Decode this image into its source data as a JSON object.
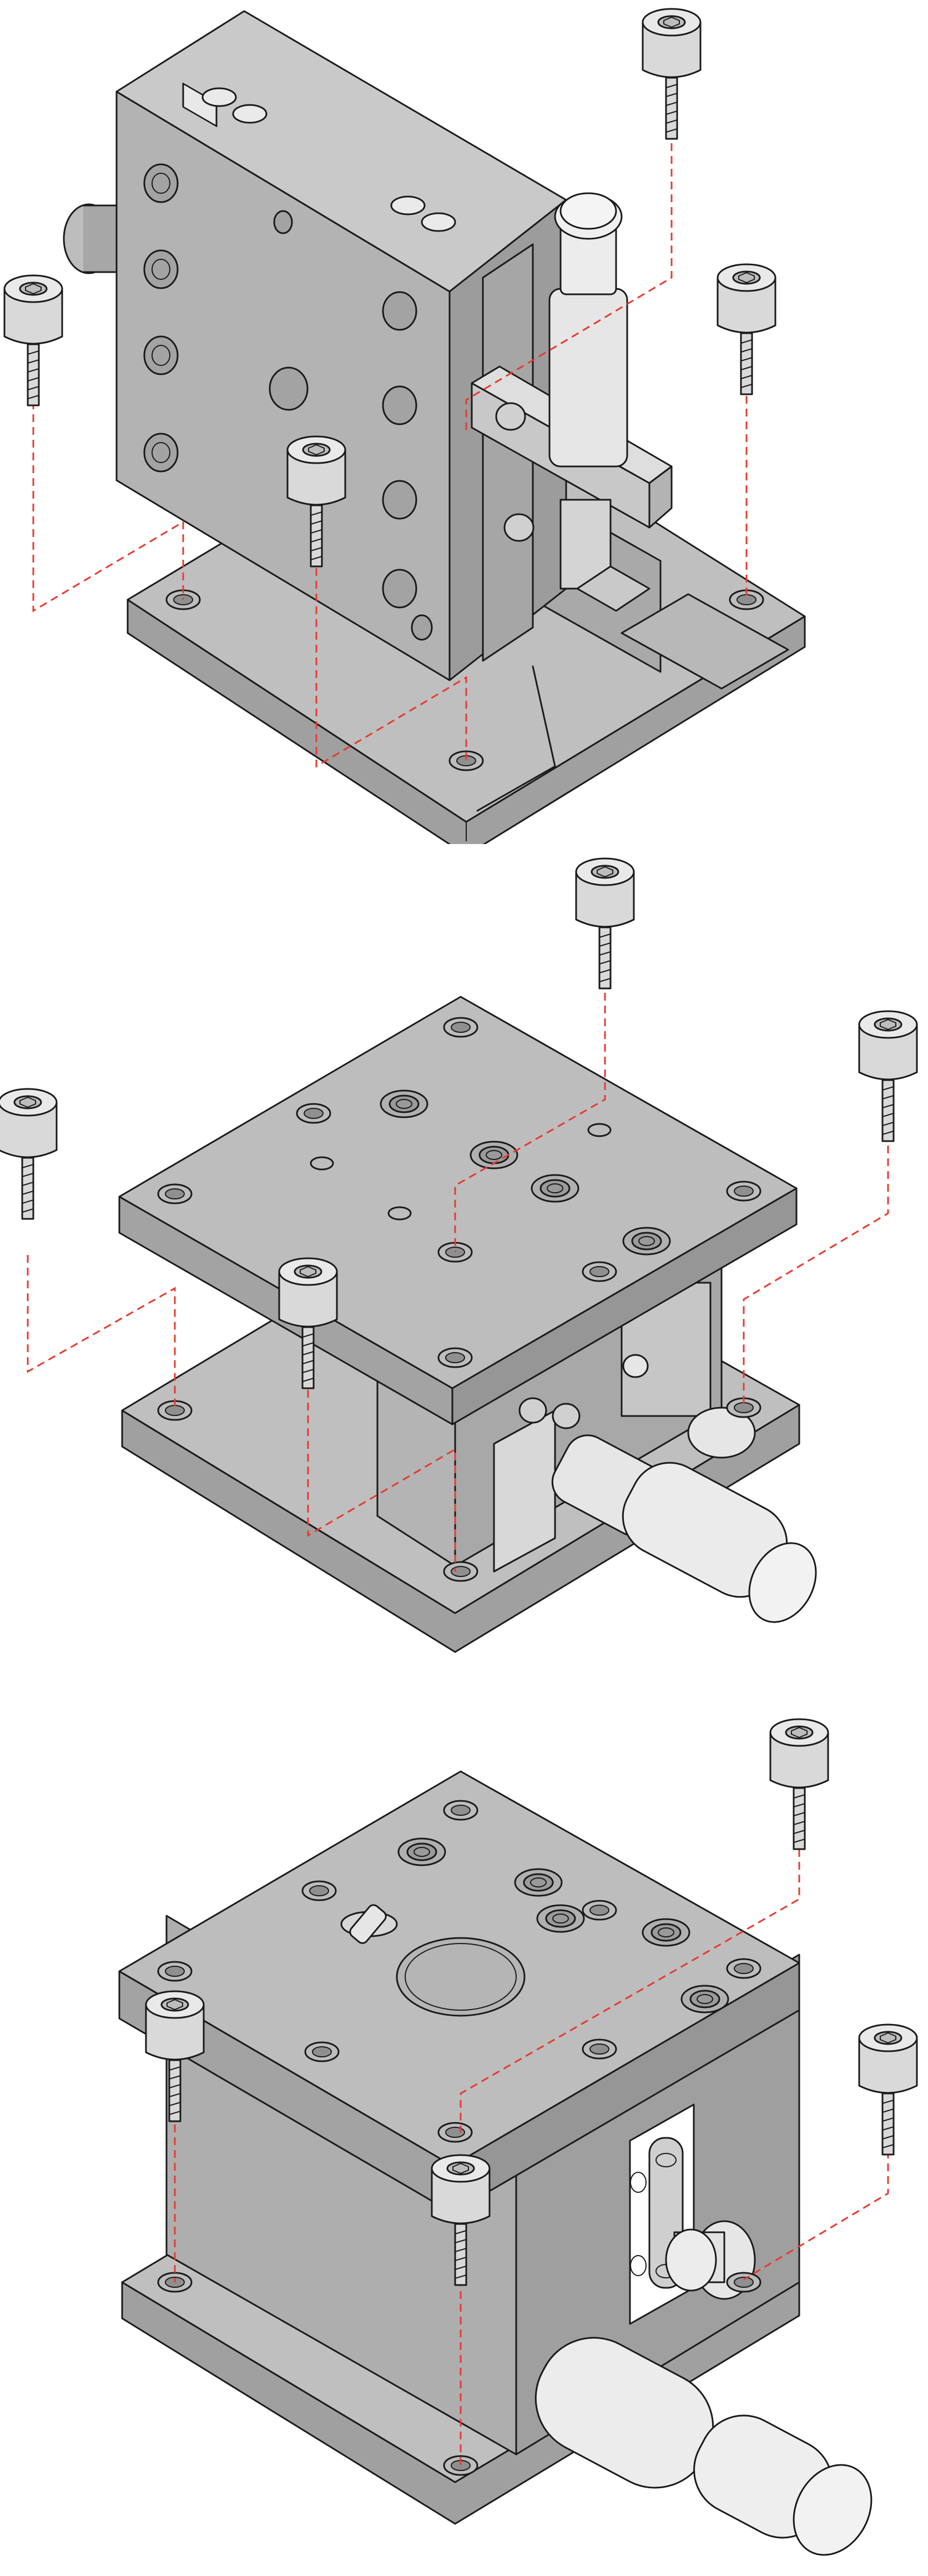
{
  "figure": {
    "panels": [
      {
        "id": "stage-vertical",
        "parts": [
          "base-plate",
          "vertical-carriage",
          "micrometer-head",
          "cap-screw",
          "cap-screw",
          "cap-screw",
          "cap-screw"
        ]
      },
      {
        "id": "stage-horizontal",
        "parts": [
          "base-plate",
          "top-table",
          "micrometer-head",
          "cap-screw",
          "cap-screw",
          "cap-screw",
          "cap-screw"
        ]
      },
      {
        "id": "stage-box",
        "parts": [
          "base-plate",
          "top-table",
          "micrometer-head",
          "cap-screw",
          "cap-screw",
          "cap-screw",
          "cap-screw"
        ]
      }
    ]
  },
  "colors": {
    "body": "#bfbfbf",
    "face_dark": "#9a9a9a",
    "face_mid": "#acacac",
    "face_light": "#d0d0d0",
    "micrometer": "#e6e6e6",
    "screw": "#d9d9d9",
    "outline": "#1a1a1a",
    "guide_line": "#e53b2f"
  },
  "icons": {
    "screw": "cap-screw-icon",
    "hole": "mounting-hole-icon",
    "micrometer": "micrometer-icon",
    "guide": "dashed-guide-line"
  }
}
